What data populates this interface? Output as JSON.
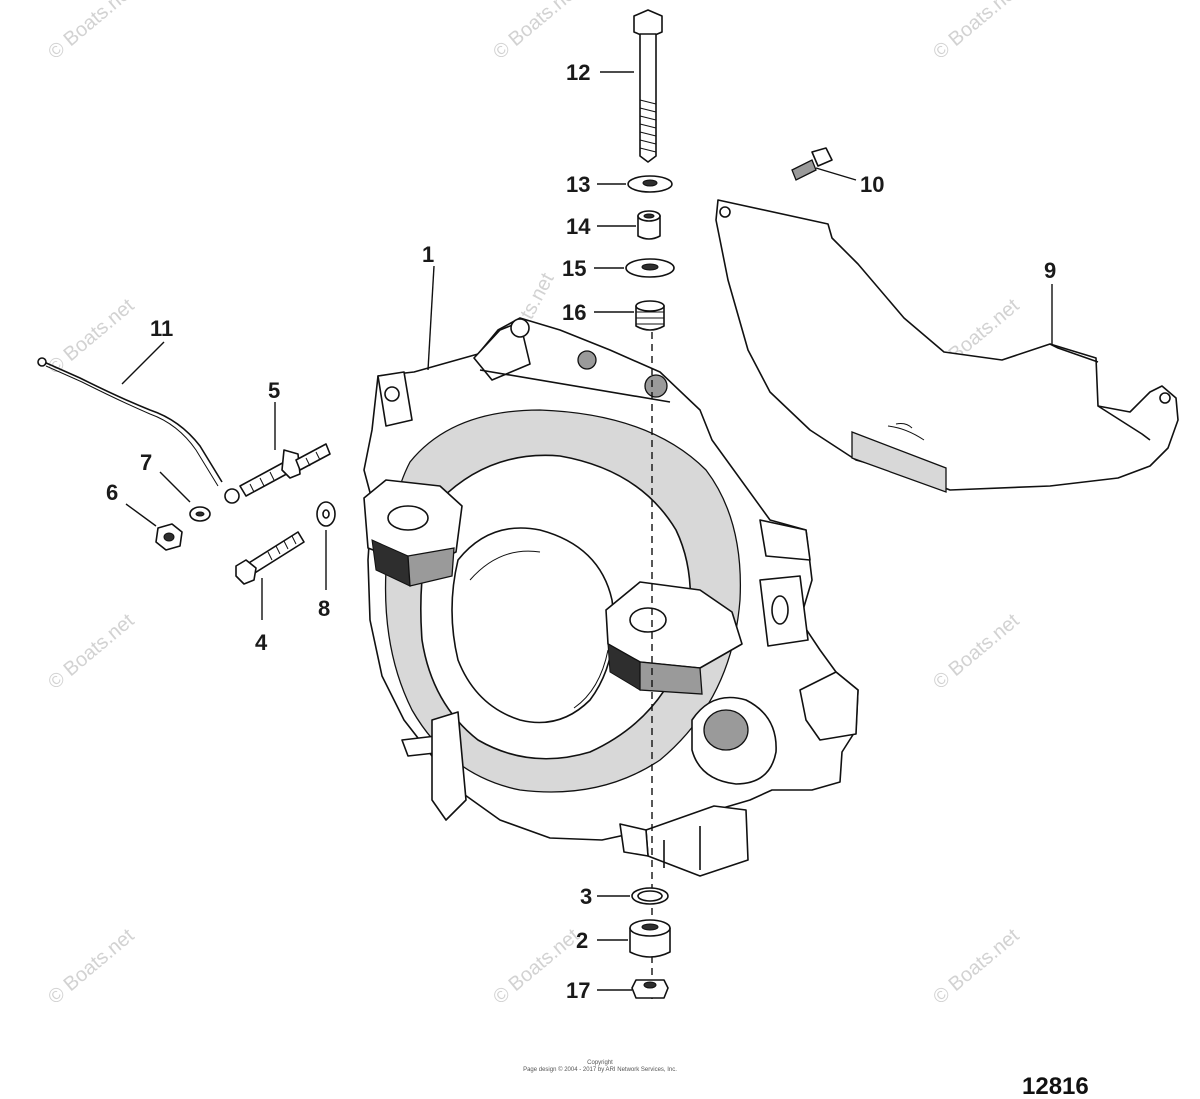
{
  "diagram": {
    "callouts": [
      "1",
      "2",
      "3",
      "4",
      "5",
      "6",
      "7",
      "8",
      "9",
      "10",
      "11",
      "12",
      "13",
      "14",
      "15",
      "16",
      "17"
    ],
    "figure_number": "12816",
    "copyright_line1": "Copyright",
    "copyright_line2": "Page design © 2004 - 2017 by ARI Network Services, Inc.",
    "watermark": "© Boats.net"
  }
}
